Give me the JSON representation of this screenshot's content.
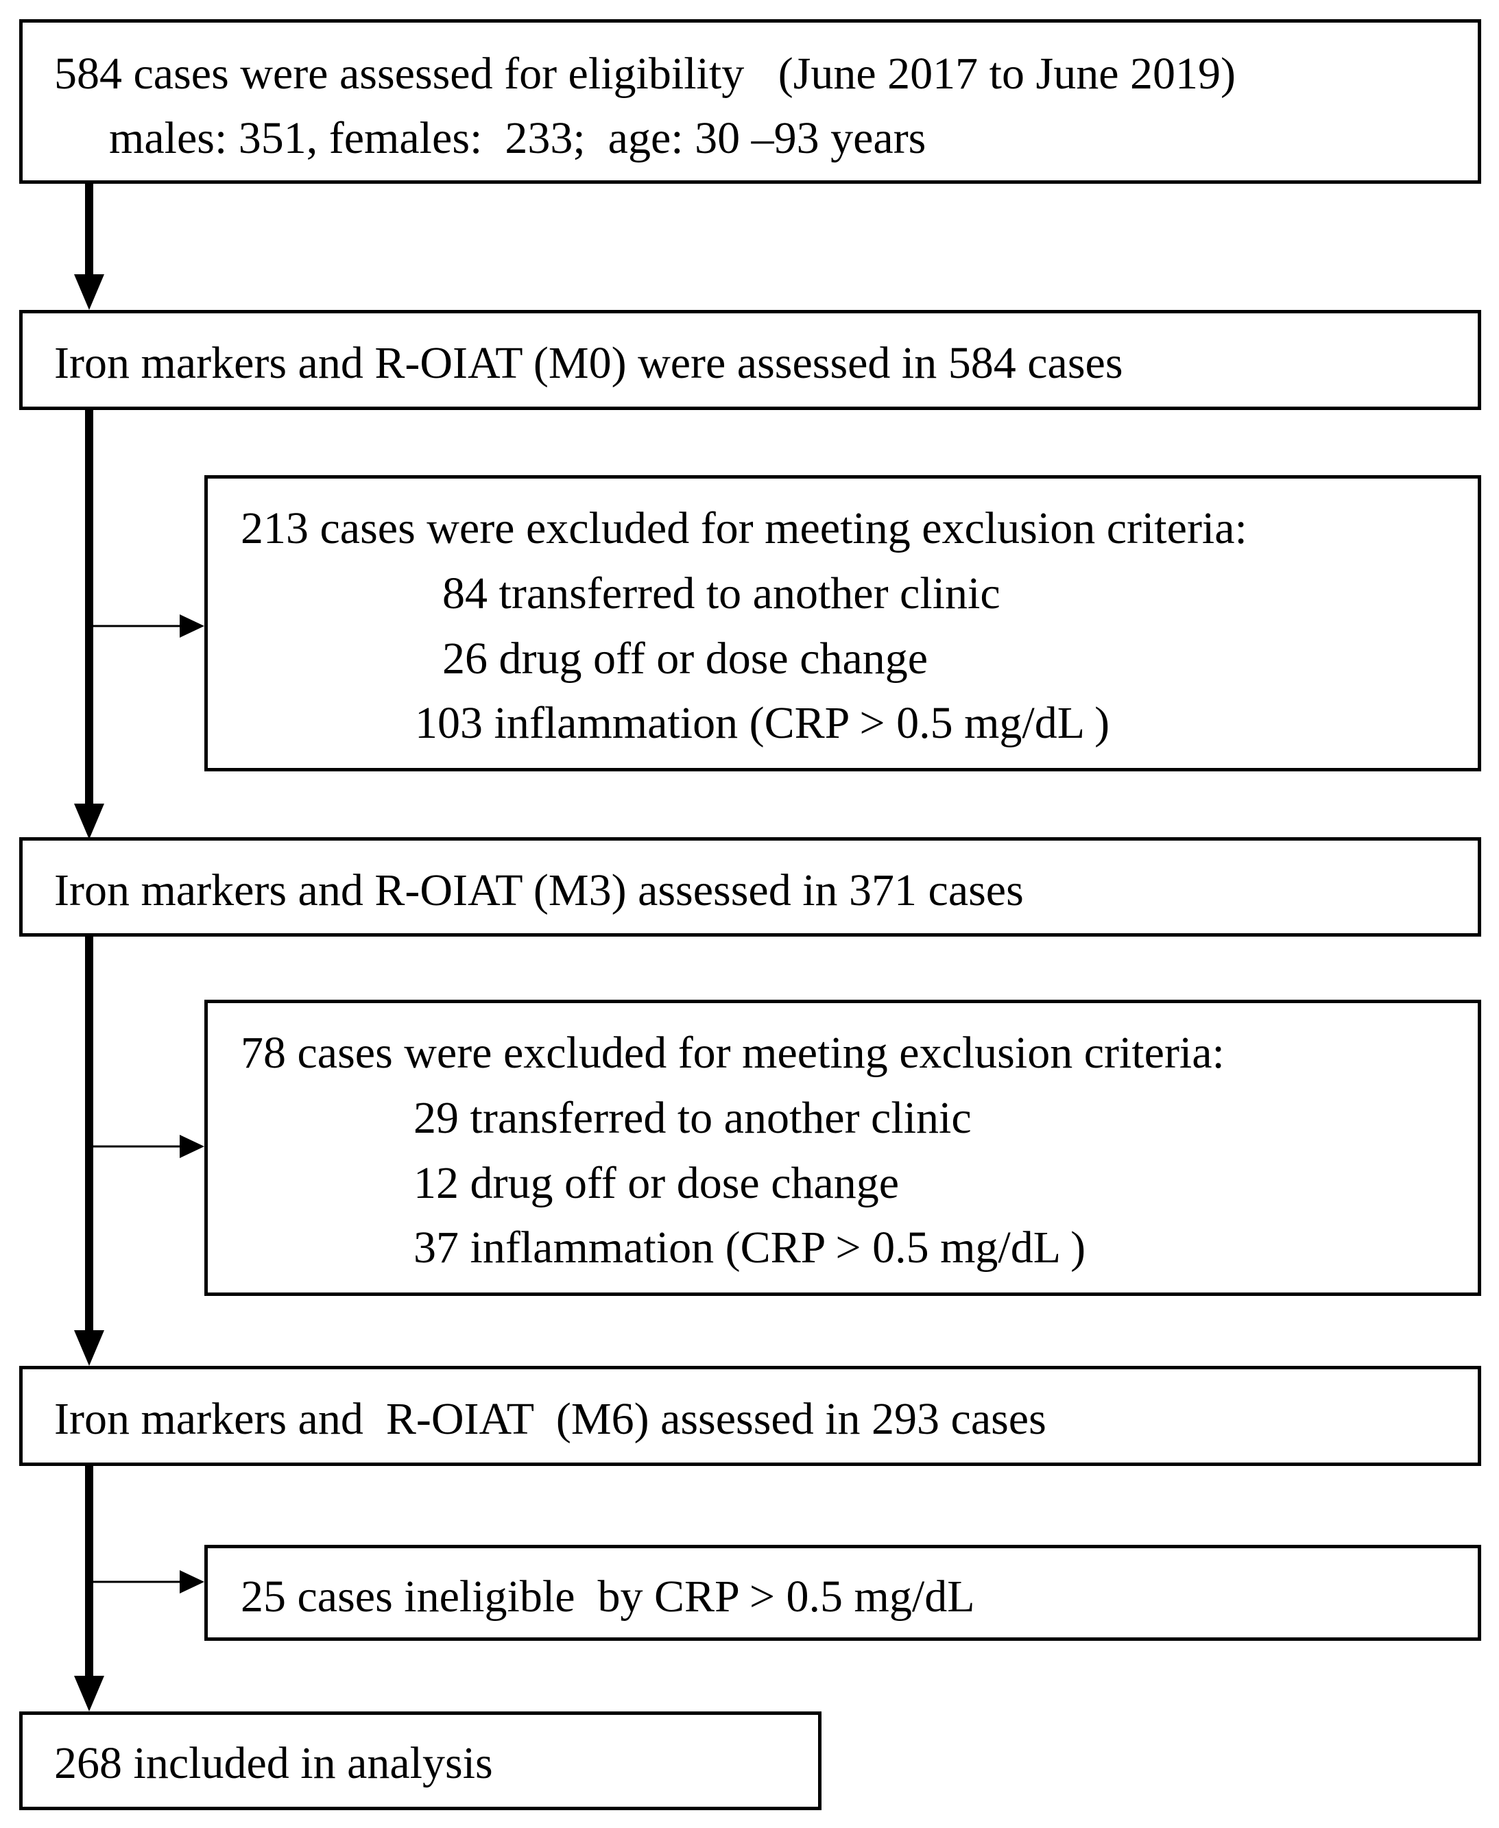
{
  "boxes": {
    "eligibility": {
      "line1": "584 cases were assessed for eligibility   (June 2017 to June 2019)",
      "line2": "males: 351, females:  233;  age: 30 –93 years"
    },
    "m0": {
      "line1": "Iron markers and R-OIAT (M0) were assessed in 584 cases"
    },
    "exclusion1": {
      "line1": "213 cases were excluded for meeting exclusion criteria:",
      "line2": "84 transferred to another clinic",
      "line3": "26 drug off or dose change",
      "line4": "103 inflammation (CRP > 0.5 mg/dL )"
    },
    "m3": {
      "line1": "Iron markers and R-OIAT (M3) assessed in 371 cases"
    },
    "exclusion2": {
      "line1": "78 cases were excluded for meeting exclusion criteria:",
      "line2": "29 transferred to another clinic",
      "line3": "12 drug off or dose change",
      "line4": "37 inflammation (CRP > 0.5 mg/dL )"
    },
    "m6": {
      "line1": "Iron markers and  R-OIAT  (M6) assessed in 293 cases"
    },
    "ineligible": {
      "line1": "25 cases ineligible  by CRP > 0.5 mg/dL"
    },
    "analysis": {
      "line1": "268 included in analysis"
    }
  }
}
